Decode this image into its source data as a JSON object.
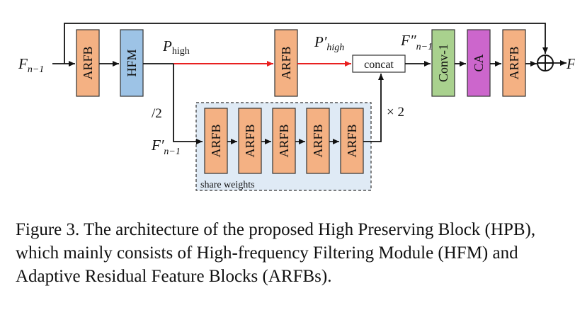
{
  "blocks": {
    "arfb": "ARFB",
    "hfm": "HFM",
    "concat": "concat",
    "conv1": "Conv-1",
    "ca": "CA"
  },
  "labels": {
    "input_main": "F",
    "input_sub": "n−1",
    "p_high_main": "P",
    "p_high_sub": "high",
    "p_high_prime_main": "P′",
    "p_high_prime_sub": "high",
    "f_double_prime_main": "F″",
    "f_double_prime_sub": "n−1",
    "f_prime_main": "F′",
    "f_prime_sub": "n−1",
    "downsample": "/2",
    "repeat": "× 2",
    "share_weights": "share weights",
    "output_main": "F"
  },
  "caption": "Figure 3. The architecture of the proposed High Preserving Block (HPB), which mainly consists of High-frequency Filtering Module (HFM) and Adaptive Residual Feature Blocks (ARFBs).",
  "colors": {
    "arfb_fill": "#f4b183",
    "hfm_fill": "#9dc3e6",
    "conv_fill": "#a9d18e",
    "ca_fill": "#cc66cc",
    "share_bg": "#dfeaf5",
    "red_arrow": "#e82020"
  }
}
